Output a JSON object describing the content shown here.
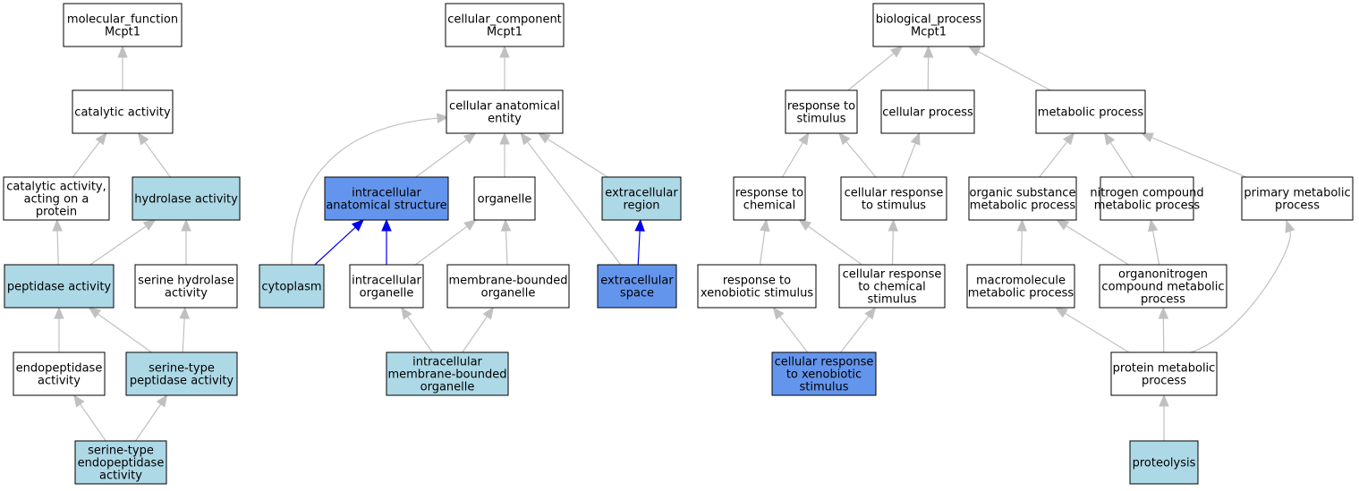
{
  "colors": {
    "white": "#ffffff",
    "light": "#add8e6",
    "dark": "#6495ed",
    "edge_gray": "#c0c0c0",
    "edge_blue": "#0000ee",
    "border": "#000000"
  },
  "nodes": [
    {
      "id": "mf_root",
      "lines": [
        "molecular_function",
        "Mcpt1"
      ],
      "fill": "white"
    },
    {
      "id": "catalytic",
      "lines": [
        "catalytic activity"
      ],
      "fill": "white"
    },
    {
      "id": "cat_protein",
      "lines": [
        "catalytic activity,",
        "acting on a",
        "protein"
      ],
      "fill": "white"
    },
    {
      "id": "hydrolase",
      "lines": [
        "hydrolase activity"
      ],
      "fill": "light"
    },
    {
      "id": "peptidase",
      "lines": [
        "peptidase activity"
      ],
      "fill": "light"
    },
    {
      "id": "serine_hydrolase",
      "lines": [
        "serine hydrolase",
        "activity"
      ],
      "fill": "white"
    },
    {
      "id": "endopeptidase",
      "lines": [
        "endopeptidase",
        "activity"
      ],
      "fill": "white"
    },
    {
      "id": "serine_peptidase",
      "lines": [
        "serine-type",
        "peptidase activity"
      ],
      "fill": "light"
    },
    {
      "id": "serine_endo",
      "lines": [
        "serine-type",
        "endopeptidase",
        "activity"
      ],
      "fill": "light"
    },
    {
      "id": "cc_root",
      "lines": [
        "cellular_component",
        "Mcpt1"
      ],
      "fill": "white"
    },
    {
      "id": "cae",
      "lines": [
        "cellular anatomical",
        "entity"
      ],
      "fill": "white"
    },
    {
      "id": "ias",
      "lines": [
        "intracellular",
        "anatomical structure"
      ],
      "fill": "dark"
    },
    {
      "id": "organelle",
      "lines": [
        "organelle"
      ],
      "fill": "white"
    },
    {
      "id": "extra_region",
      "lines": [
        "extracellular",
        "region"
      ],
      "fill": "light"
    },
    {
      "id": "cytoplasm",
      "lines": [
        "cytoplasm"
      ],
      "fill": "light"
    },
    {
      "id": "intra_org",
      "lines": [
        "intracellular",
        "organelle"
      ],
      "fill": "white"
    },
    {
      "id": "mem_org",
      "lines": [
        "membrane-bounded",
        "organelle"
      ],
      "fill": "white"
    },
    {
      "id": "extra_space",
      "lines": [
        "extracellular",
        "space"
      ],
      "fill": "dark"
    },
    {
      "id": "intra_mem_org",
      "lines": [
        "intracellular",
        "membrane-bounded",
        "organelle"
      ],
      "fill": "light"
    },
    {
      "id": "bp_root",
      "lines": [
        "biological_process",
        "Mcpt1"
      ],
      "fill": "white"
    },
    {
      "id": "resp_stim",
      "lines": [
        "response to",
        "stimulus"
      ],
      "fill": "white"
    },
    {
      "id": "cell_proc",
      "lines": [
        "cellular process"
      ],
      "fill": "white"
    },
    {
      "id": "met_proc",
      "lines": [
        "metabolic process"
      ],
      "fill": "white"
    },
    {
      "id": "resp_chem",
      "lines": [
        "response to",
        "chemical"
      ],
      "fill": "white"
    },
    {
      "id": "cell_resp_stim",
      "lines": [
        "cellular response",
        "to stimulus"
      ],
      "fill": "white"
    },
    {
      "id": "org_sub",
      "lines": [
        "organic substance",
        "metabolic process"
      ],
      "fill": "white"
    },
    {
      "id": "nitro",
      "lines": [
        "nitrogen compound",
        "metabolic process"
      ],
      "fill": "white"
    },
    {
      "id": "primary",
      "lines": [
        "primary metabolic",
        "process"
      ],
      "fill": "white"
    },
    {
      "id": "resp_xeno",
      "lines": [
        "response to",
        "xenobiotic stimulus"
      ],
      "fill": "white"
    },
    {
      "id": "cell_resp_chem",
      "lines": [
        "cellular response",
        "to chemical",
        "stimulus"
      ],
      "fill": "white"
    },
    {
      "id": "macro",
      "lines": [
        "macromolecule",
        "metabolic process"
      ],
      "fill": "white"
    },
    {
      "id": "organonitro",
      "lines": [
        "organonitrogen",
        "compound metabolic",
        "process"
      ],
      "fill": "white"
    },
    {
      "id": "cell_resp_xeno",
      "lines": [
        "cellular response",
        "to xenobiotic",
        "stimulus"
      ],
      "fill": "dark"
    },
    {
      "id": "protein_met",
      "lines": [
        "protein metabolic",
        "process"
      ],
      "fill": "white"
    },
    {
      "id": "proteolysis",
      "lines": [
        "proteolysis"
      ],
      "fill": "light"
    }
  ],
  "edges": [
    {
      "from": "catalytic",
      "to": "mf_root",
      "color": "edge_gray"
    },
    {
      "from": "cat_protein",
      "to": "catalytic",
      "color": "edge_gray"
    },
    {
      "from": "hydrolase",
      "to": "catalytic",
      "color": "edge_gray"
    },
    {
      "from": "peptidase",
      "to": "cat_protein",
      "color": "edge_gray"
    },
    {
      "from": "peptidase",
      "to": "hydrolase",
      "color": "edge_gray"
    },
    {
      "from": "serine_hydrolase",
      "to": "hydrolase",
      "color": "edge_gray"
    },
    {
      "from": "endopeptidase",
      "to": "peptidase",
      "color": "edge_gray"
    },
    {
      "from": "serine_peptidase",
      "to": "peptidase",
      "color": "edge_gray"
    },
    {
      "from": "serine_peptidase",
      "to": "serine_hydrolase",
      "color": "edge_gray"
    },
    {
      "from": "serine_endo",
      "to": "endopeptidase",
      "color": "edge_gray"
    },
    {
      "from": "serine_endo",
      "to": "serine_peptidase",
      "color": "edge_gray"
    },
    {
      "from": "cae",
      "to": "cc_root",
      "color": "edge_gray"
    },
    {
      "from": "ias",
      "to": "cae",
      "color": "edge_gray"
    },
    {
      "from": "organelle",
      "to": "cae",
      "color": "edge_gray"
    },
    {
      "from": "extra_region",
      "to": "cae",
      "color": "edge_gray"
    },
    {
      "from": "cytoplasm",
      "to": "cae",
      "color": "edge_gray",
      "curve": true
    },
    {
      "from": "extra_space",
      "to": "cae",
      "color": "edge_gray"
    },
    {
      "from": "cytoplasm",
      "to": "ias",
      "color": "edge_blue"
    },
    {
      "from": "intra_org",
      "to": "ias",
      "color": "edge_blue"
    },
    {
      "from": "intra_org",
      "to": "organelle",
      "color": "edge_gray"
    },
    {
      "from": "mem_org",
      "to": "organelle",
      "color": "edge_gray"
    },
    {
      "from": "extra_space",
      "to": "extra_region",
      "color": "edge_blue"
    },
    {
      "from": "intra_mem_org",
      "to": "intra_org",
      "color": "edge_gray"
    },
    {
      "from": "intra_mem_org",
      "to": "mem_org",
      "color": "edge_gray"
    },
    {
      "from": "resp_stim",
      "to": "bp_root",
      "color": "edge_gray"
    },
    {
      "from": "cell_proc",
      "to": "bp_root",
      "color": "edge_gray"
    },
    {
      "from": "met_proc",
      "to": "bp_root",
      "color": "edge_gray"
    },
    {
      "from": "resp_chem",
      "to": "resp_stim",
      "color": "edge_gray"
    },
    {
      "from": "cell_resp_stim",
      "to": "resp_stim",
      "color": "edge_gray"
    },
    {
      "from": "cell_resp_stim",
      "to": "cell_proc",
      "color": "edge_gray"
    },
    {
      "from": "org_sub",
      "to": "met_proc",
      "color": "edge_gray"
    },
    {
      "from": "nitro",
      "to": "met_proc",
      "color": "edge_gray"
    },
    {
      "from": "primary",
      "to": "met_proc",
      "color": "edge_gray"
    },
    {
      "from": "resp_xeno",
      "to": "resp_chem",
      "color": "edge_gray"
    },
    {
      "from": "cell_resp_chem",
      "to": "resp_chem",
      "color": "edge_gray"
    },
    {
      "from": "cell_resp_chem",
      "to": "cell_resp_stim",
      "color": "edge_gray"
    },
    {
      "from": "macro",
      "to": "org_sub",
      "color": "edge_gray"
    },
    {
      "from": "organonitro",
      "to": "org_sub",
      "color": "edge_gray"
    },
    {
      "from": "organonitro",
      "to": "nitro",
      "color": "edge_gray"
    },
    {
      "from": "cell_resp_xeno",
      "to": "resp_xeno",
      "color": "edge_gray"
    },
    {
      "from": "cell_resp_xeno",
      "to": "cell_resp_chem",
      "color": "edge_gray"
    },
    {
      "from": "protein_met",
      "to": "macro",
      "color": "edge_gray"
    },
    {
      "from": "protein_met",
      "to": "organonitro",
      "color": "edge_gray"
    },
    {
      "from": "protein_met",
      "to": "primary",
      "color": "edge_gray",
      "curve": true
    },
    {
      "from": "proteolysis",
      "to": "protein_met",
      "color": "edge_gray"
    }
  ]
}
